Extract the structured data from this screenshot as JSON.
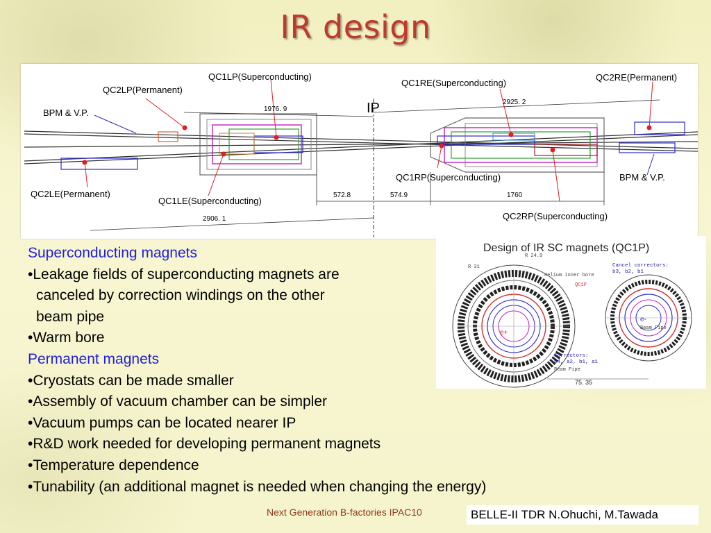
{
  "slide": {
    "title": "IR design"
  },
  "ir_diagram": {
    "labels": {
      "qc1lp": "QC1LP(Superconducting)",
      "qc2lp": "QC2LP(Permanent)",
      "bpm_left": "BPM & V.P.",
      "qc2le": "QC2LE(Permanent)",
      "qc1le": "QC1LE(Superconducting)",
      "ip": "IP",
      "qc1re": "QC1RE(Superconducting)",
      "qc2re": "QC2RE(Permanent)",
      "qc1rp": "QC1RP(Superconducting)",
      "bpm_right": "BPM & V.P.",
      "qc2rp": "QC2RP(Superconducting)"
    },
    "dimensions": {
      "d1": "1976. 9",
      "d2": "2925. 2",
      "d3": "572.8",
      "d4": "574.9",
      "d5": "1760",
      "d6": "2906. 1"
    }
  },
  "sc_magnet_figure": {
    "title": "Design of IR SC magnets (QC1P)",
    "labels": {
      "r31": "R 31",
      "r249": "R 24.9",
      "helium_bore": "Helium inner bore",
      "qc1p": "QC1P",
      "e_plus": "e+",
      "e_minus": "e-",
      "correctors": "Correctors:",
      "correctors_list": "b4, a2, b1, a1",
      "beam_pipe_left": "Beam Pipe",
      "beam_pipe_right": "Beam Pipe",
      "cancel_correctors": "Cancel correctors:",
      "cancel_list": "b3, b2, b1",
      "dim_7535": "75. 35"
    }
  },
  "body": {
    "heading_sc": "Superconducting magnets",
    "sc_bullets": [
      "•Leakage fields of superconducting magnets are",
      "canceled by correction windings on the other",
      "beam pipe",
      "•Warm bore"
    ],
    "heading_pm": "Permanent magnets",
    "pm_bullets": [
      "•Cryostats can be made smaller",
      "•Assembly of vacuum chamber can be simpler",
      "•Vacuum pumps can be located nearer IP",
      "•R&D work needed for developing permanent magnets",
      "•Temperature dependence",
      "•Tunability (an additional magnet is needed when changing the energy)"
    ]
  },
  "footer": {
    "left": "Next Generation B-factories IPAC10",
    "right": "BELLE-II TDR N.Ohuchi, M.Tawada"
  },
  "colors": {
    "title": "#c0392b",
    "heading": "#1f1fd6",
    "footer_left": "#8b3a1e",
    "leader_line": "#e02020",
    "box_outline": "#2b2bd0"
  }
}
